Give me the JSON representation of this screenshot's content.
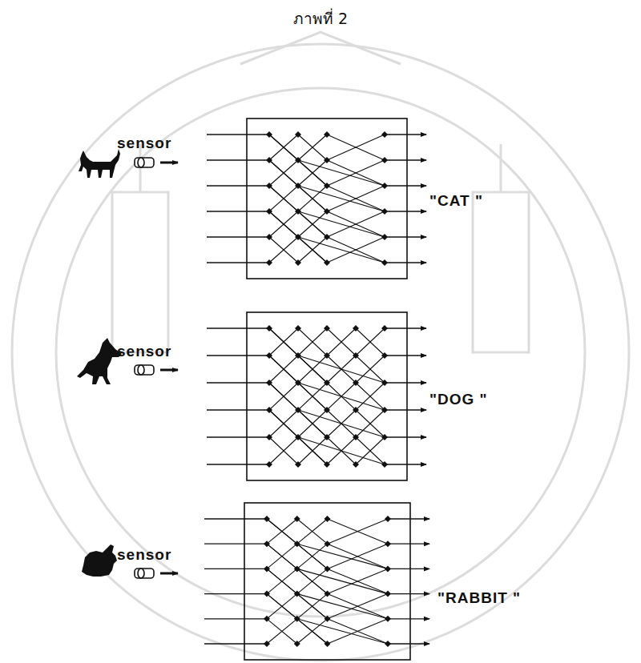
{
  "diagram": {
    "title": "ภาพที่ 2",
    "labels": [
      "sensor",
      "\"CAT \"",
      "sensor",
      "\"DOG \"",
      "sensor",
      "\"RABBIT \""
    ]
  }
}
